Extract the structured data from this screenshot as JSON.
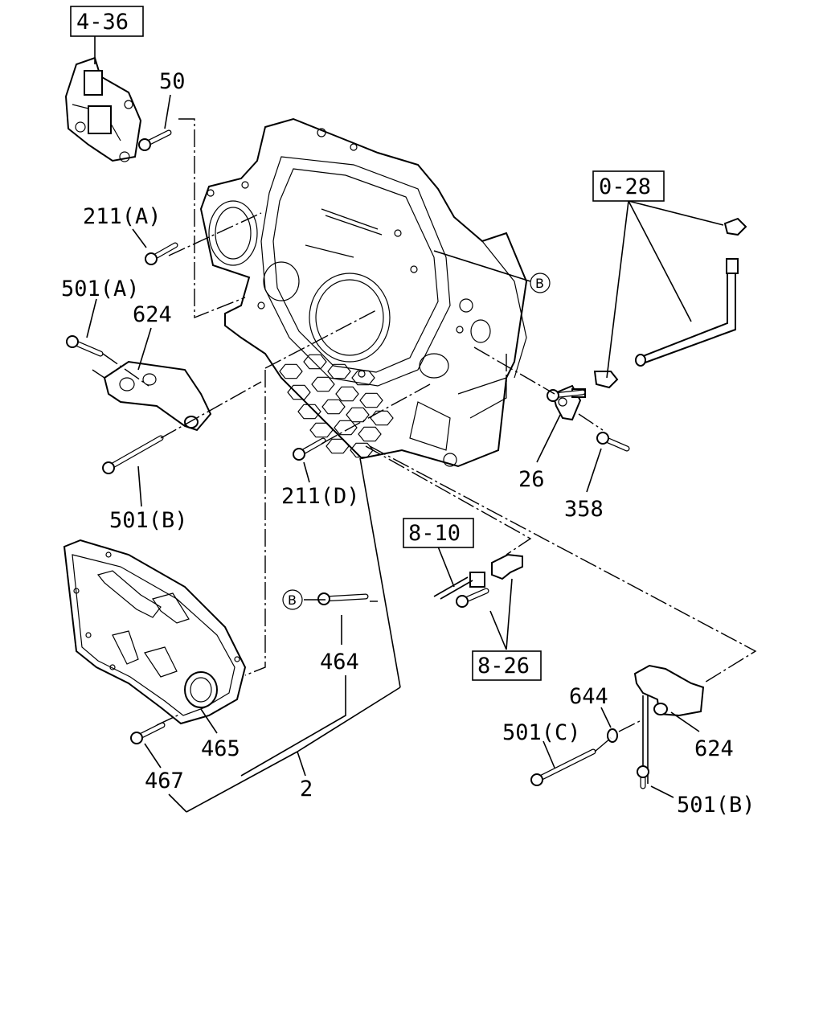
{
  "callouts": [
    {
      "id": "ref-4-36",
      "text": "4-36",
      "boxed": true
    },
    {
      "id": "lbl-50",
      "text": "50"
    },
    {
      "id": "lbl-211a",
      "text": "211(A)"
    },
    {
      "id": "lbl-501a",
      "text": "501(A)"
    },
    {
      "id": "lbl-624-top",
      "text": "624"
    },
    {
      "id": "ref-0-28",
      "text": "0-28",
      "boxed": true
    },
    {
      "id": "circ-b-top",
      "text": "B",
      "circled": true
    },
    {
      "id": "lbl-26",
      "text": "26"
    },
    {
      "id": "lbl-358",
      "text": "358"
    },
    {
      "id": "lbl-211d",
      "text": "211(D)"
    },
    {
      "id": "lbl-501b-left",
      "text": "501(B)"
    },
    {
      "id": "ref-8-10",
      "text": "8-10",
      "boxed": true
    },
    {
      "id": "circ-b-mid",
      "text": "B",
      "circled": true
    },
    {
      "id": "lbl-464",
      "text": "464"
    },
    {
      "id": "ref-8-26",
      "text": "8-26",
      "boxed": true
    },
    {
      "id": "lbl-644",
      "text": "644"
    },
    {
      "id": "lbl-501c",
      "text": "501(C)"
    },
    {
      "id": "lbl-624-right",
      "text": "624"
    },
    {
      "id": "lbl-465",
      "text": "465"
    },
    {
      "id": "lbl-467",
      "text": "467"
    },
    {
      "id": "lbl-2",
      "text": "2"
    },
    {
      "id": "lbl-501b-right",
      "text": "501(B)"
    }
  ]
}
